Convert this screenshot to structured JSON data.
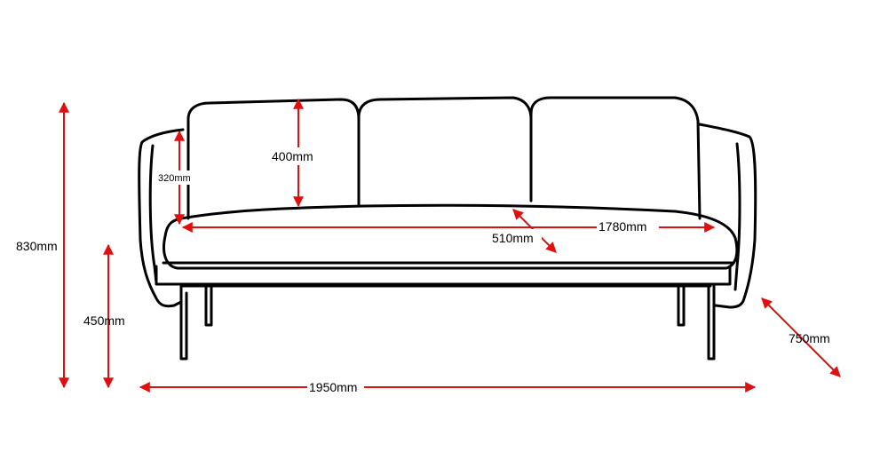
{
  "diagram": {
    "subject": "three-seat sofa front elevation",
    "arrow_color": "#e01010",
    "line_color": "#000000",
    "dimensions": {
      "total_height": "830mm",
      "seat_height": "450mm",
      "arm_height": "320mm",
      "back_cushion_height": "400mm",
      "seat_width": "1780mm",
      "seat_depth": "510mm",
      "total_width": "1950mm",
      "total_depth": "750mm"
    }
  }
}
